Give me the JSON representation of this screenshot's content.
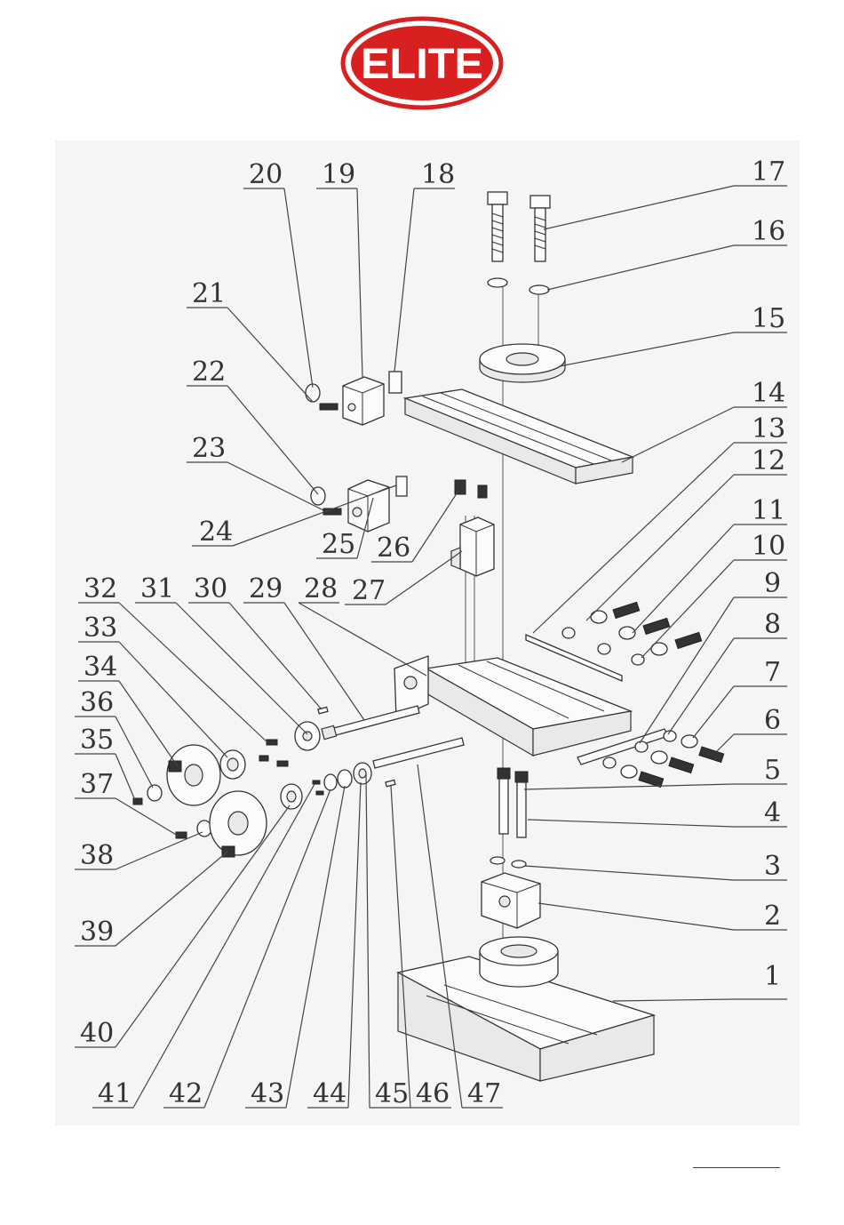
{
  "logo": {
    "text": "ELITE",
    "color": "#d92020"
  },
  "callouts": [
    "1",
    "2",
    "3",
    "4",
    "5",
    "6",
    "7",
    "8",
    "9",
    "10",
    "11",
    "12",
    "13",
    "14",
    "15",
    "16",
    "17",
    "18",
    "19",
    "20",
    "21",
    "22",
    "23",
    "24",
    "25",
    "26",
    "27",
    "28",
    "29",
    "30",
    "31",
    "32",
    "33",
    "34",
    "35",
    "36",
    "37",
    "38",
    "39",
    "40",
    "41",
    "42",
    "43",
    "44",
    "45",
    "46",
    "47"
  ],
  "colors": {
    "line": "#333333",
    "panel": "#f5f5f5",
    "link": "#1a3fb5"
  }
}
